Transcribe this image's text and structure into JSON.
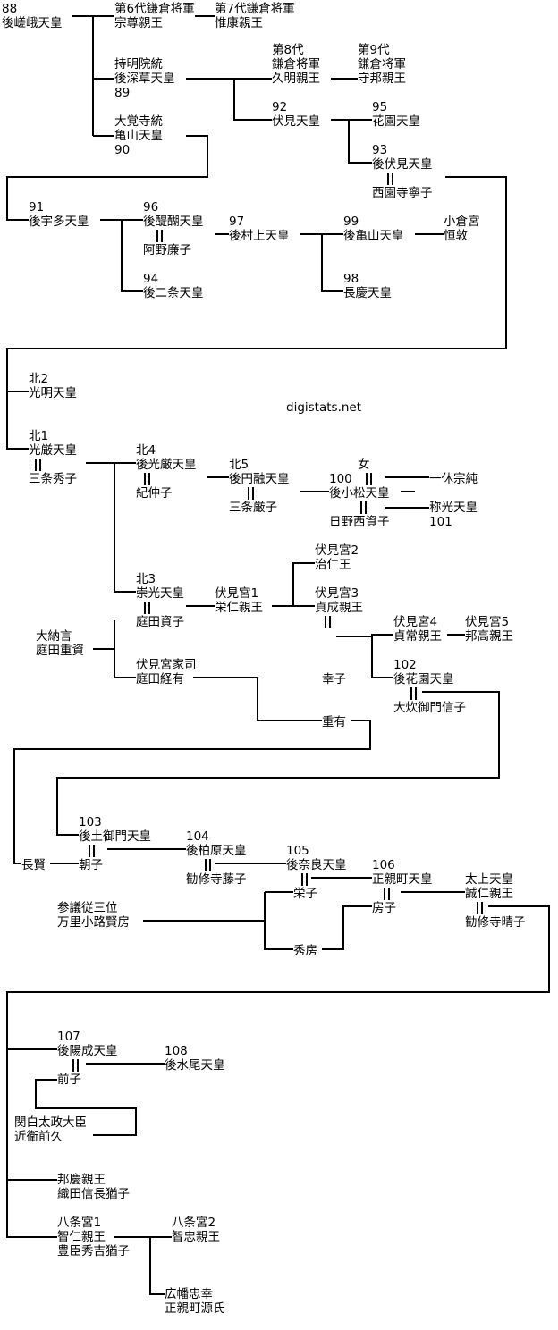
{
  "site": "digistats.net",
  "colors": {
    "background": "#ffffff",
    "text": "#000000",
    "lines": "#000000"
  },
  "nodes": [
    {
      "id": "n88",
      "lines": [
        "88",
        "後嵯峨天皇"
      ]
    },
    {
      "id": "munetaka",
      "lines": [
        "第6代鎌倉将軍",
        "宗尊親王"
      ]
    },
    {
      "id": "koreyasu",
      "lines": [
        "第7代鎌倉将軍",
        "惟康親王"
      ]
    },
    {
      "id": "n89",
      "lines": [
        "持明院統",
        "後深草天皇",
        "89"
      ]
    },
    {
      "id": "hisaakira",
      "lines": [
        "第8代",
        "鎌倉将軍",
        "久明親王"
      ]
    },
    {
      "id": "morikuni",
      "lines": [
        "第9代",
        "鎌倉将軍",
        "守邦親王"
      ]
    },
    {
      "id": "n92",
      "lines": [
        "92",
        "伏見天皇"
      ]
    },
    {
      "id": "n95",
      "lines": [
        "95",
        "花園天皇"
      ]
    },
    {
      "id": "n90",
      "lines": [
        "大覚寺統",
        "亀山天皇",
        "90"
      ]
    },
    {
      "id": "n93",
      "lines": [
        "93",
        "後伏見天皇"
      ]
    },
    {
      "id": "neishi",
      "lines": [
        "西園寺寧子"
      ]
    },
    {
      "id": "n91",
      "lines": [
        "91",
        "後宇多天皇"
      ]
    },
    {
      "id": "n96",
      "lines": [
        "96",
        "後醍醐天皇"
      ]
    },
    {
      "id": "renshi",
      "lines": [
        "阿野廉子"
      ]
    },
    {
      "id": "n97",
      "lines": [
        "97",
        "後村上天皇"
      ]
    },
    {
      "id": "n99",
      "lines": [
        "99",
        "後亀山天皇"
      ]
    },
    {
      "id": "ogura",
      "lines": [
        "小倉宮",
        "恒敦"
      ]
    },
    {
      "id": "n94",
      "lines": [
        "94",
        "後二条天皇"
      ]
    },
    {
      "id": "n98",
      "lines": [
        "98",
        "長慶天皇"
      ]
    },
    {
      "id": "kita2",
      "lines": [
        "北2",
        "光明天皇"
      ]
    },
    {
      "id": "kita1",
      "lines": [
        "北1",
        "光厳天皇"
      ]
    },
    {
      "id": "sanjo_hideko",
      "lines": [
        "三条秀子"
      ]
    },
    {
      "id": "kita4",
      "lines": [
        "北4",
        "後光厳天皇"
      ]
    },
    {
      "id": "kinakako",
      "lines": [
        "紀仲子"
      ]
    },
    {
      "id": "kita5",
      "lines": [
        "北5",
        "後円融天皇"
      ]
    },
    {
      "id": "sanjo_itsuko",
      "lines": [
        "三条厳子"
      ]
    },
    {
      "id": "n100",
      "lines": [
        "100",
        "後小松天皇"
      ]
    },
    {
      "id": "hino",
      "lines": [
        "日野西資子"
      ]
    },
    {
      "id": "onna",
      "lines": [
        "女"
      ]
    },
    {
      "id": "ikkyu",
      "lines": [
        "一休宗純"
      ]
    },
    {
      "id": "n101",
      "lines": [
        "称光天皇",
        "101"
      ]
    },
    {
      "id": "fushimi2",
      "lines": [
        "伏見宮2",
        "治仁王"
      ]
    },
    {
      "id": "kita3",
      "lines": [
        "北3",
        "崇光天皇"
      ]
    },
    {
      "id": "fushimi1",
      "lines": [
        "伏見宮1",
        "栄仁親王"
      ]
    },
    {
      "id": "fushimi3",
      "lines": [
        "伏見宮3",
        "貞成親王"
      ]
    },
    {
      "id": "niwata_sukeko",
      "lines": [
        "庭田資子"
      ]
    },
    {
      "id": "dainagon",
      "lines": [
        "大納言",
        "庭田重資"
      ]
    },
    {
      "id": "fushimi4",
      "lines": [
        "伏見宮4",
        "貞常親王"
      ]
    },
    {
      "id": "fushimi5",
      "lines": [
        "伏見宮5",
        "邦高親王"
      ]
    },
    {
      "id": "kareishi",
      "lines": [
        "伏見宮家司",
        "庭田経有"
      ]
    },
    {
      "id": "sachiko",
      "lines": [
        "幸子"
      ]
    },
    {
      "id": "n102",
      "lines": [
        "102",
        "後花園天皇"
      ]
    },
    {
      "id": "nobuko",
      "lines": [
        "大炊御門信子"
      ]
    },
    {
      "id": "shigeari",
      "lines": [
        "重有"
      ]
    },
    {
      "id": "n103",
      "lines": [
        "103",
        "後土御門天皇"
      ]
    },
    {
      "id": "choken",
      "lines": [
        "長賢"
      ]
    },
    {
      "id": "asako",
      "lines": [
        "朝子"
      ]
    },
    {
      "id": "n104",
      "lines": [
        "104",
        "後柏原天皇"
      ]
    },
    {
      "id": "fujiko",
      "lines": [
        "勧修寺藤子"
      ]
    },
    {
      "id": "n105",
      "lines": [
        "105",
        "後奈良天皇"
      ]
    },
    {
      "id": "eiko",
      "lines": [
        "栄子"
      ]
    },
    {
      "id": "n106",
      "lines": [
        "106",
        "正親町天皇"
      ]
    },
    {
      "id": "fusako",
      "lines": [
        "房子"
      ]
    },
    {
      "id": "sanyoshi",
      "lines": [
        "参議従三位",
        "万里小路賢房"
      ]
    },
    {
      "id": "hidefusa",
      "lines": [
        "秀房"
      ]
    },
    {
      "id": "dajo",
      "lines": [
        "太上天皇",
        "誠仁親王"
      ]
    },
    {
      "id": "haruko",
      "lines": [
        "勧修寺晴子"
      ]
    },
    {
      "id": "n107",
      "lines": [
        "107",
        "後陽成天皇"
      ]
    },
    {
      "id": "n108",
      "lines": [
        "108",
        "後水尾天皇"
      ]
    },
    {
      "id": "sakiko",
      "lines": [
        "前子"
      ]
    },
    {
      "id": "sakihisa",
      "lines": [
        "関白太政大臣",
        "近衛前久"
      ]
    },
    {
      "id": "kunifusa",
      "lines": [
        "邦慶親王",
        "織田信長猶子"
      ]
    },
    {
      "id": "hachijo1",
      "lines": [
        "八条宮1",
        "智仁親王",
        "豊臣秀吉猶子"
      ]
    },
    {
      "id": "hachijo2",
      "lines": [
        "八条宮2",
        "智忠親王"
      ]
    },
    {
      "id": "hirohata",
      "lines": [
        "広幡忠幸",
        "正親町源氏"
      ]
    }
  ]
}
